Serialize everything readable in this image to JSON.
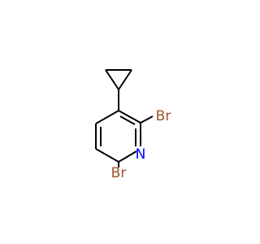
{
  "molecule": {
    "atoms": {
      "br_top": {
        "label": "Br",
        "color": "#a0522d"
      },
      "n_ring": {
        "label": "N",
        "color": "#0000ff"
      },
      "br_bottom": {
        "label": "Br",
        "color": "#a0522d"
      }
    }
  }
}
